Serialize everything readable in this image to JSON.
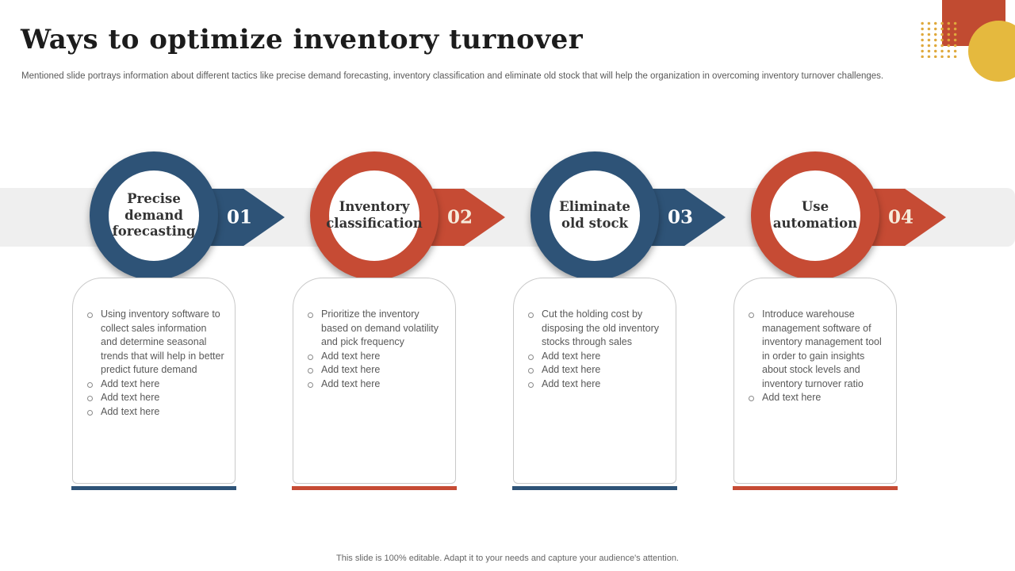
{
  "slide": {
    "title": "Ways to optimize inventory turnover",
    "subtitle": "Mentioned slide portrays information about different tactics  like precise demand forecasting, inventory classification and eliminate old stock that will help the organization in overcoming inventory turnover challenges.",
    "footer": "This slide is 100% editable.  Adapt it to your needs and capture your audience's attention."
  },
  "colors": {
    "navy": "#2e5377",
    "red": "#c64b34",
    "gold": "#e5b93e",
    "band_gray": "#efefef"
  },
  "steps": [
    {
      "number": "01",
      "label": "Precise demand forecasting",
      "theme": "navy",
      "bullets": [
        "Using inventory software to collect sales information and determine seasonal trends that will help in better predict future demand",
        "Add text here",
        "Add text here",
        "Add text here"
      ]
    },
    {
      "number": "02",
      "label": "Inventory classification",
      "theme": "red",
      "bullets": [
        "Prioritize the inventory based on demand volatility and pick frequency",
        "Add text here",
        "Add text here",
        "Add text here"
      ]
    },
    {
      "number": "03",
      "label": "Eliminate old stock",
      "theme": "navy",
      "bullets": [
        "Cut the holding  cost by disposing the old inventory  stocks through sales",
        "Add text here",
        "Add text here",
        "Add text here"
      ]
    },
    {
      "number": "04",
      "label": "Use automation",
      "theme": "red",
      "bullets": [
        "Introduce warehouse management software of inventory management tool in order to gain insights about stock levels and inventory turnover ratio",
        "Add text here"
      ]
    }
  ]
}
